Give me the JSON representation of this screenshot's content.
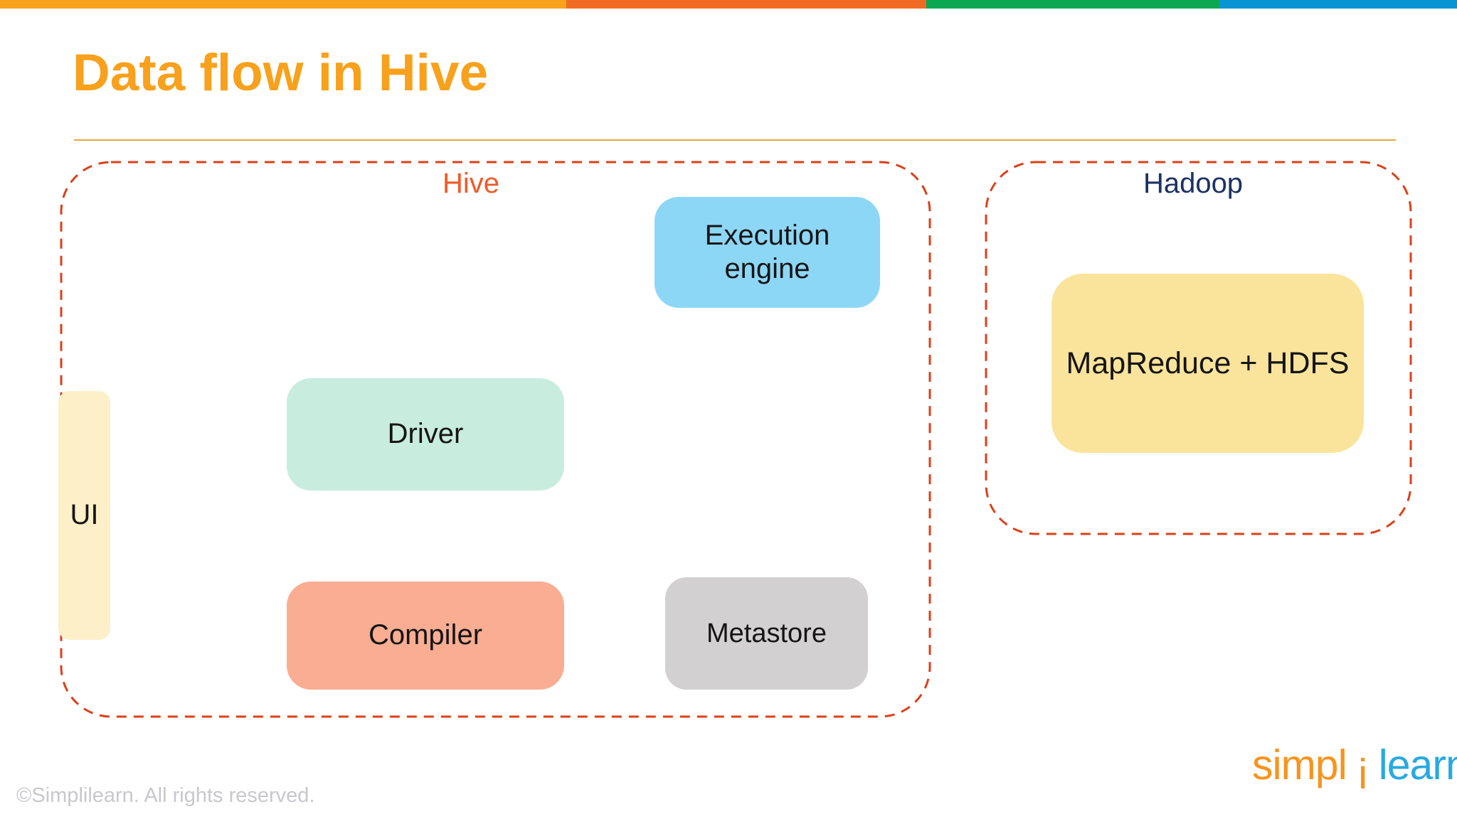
{
  "slide": {
    "title": "Data flow in Hive",
    "title_color": "#F7A11C",
    "footer": "©Simplilearn. All rights reserved.",
    "top_bar_colors": [
      "#F9A21B",
      "#F16A23",
      "#0BA851",
      "#0994D3"
    ],
    "logo": {
      "part1": "simpl",
      "part2": "i",
      "part3": "learn",
      "orange": "#F7941E",
      "blue": "#29A9E0"
    }
  },
  "diagram": {
    "border_color": "#DC4018",
    "hive": {
      "label": "Hive",
      "label_color": "#F05A28",
      "nodes": {
        "execution_engine": {
          "label": "Execution engine",
          "fill": "#8DD7F6"
        },
        "ui": {
          "label": "UI",
          "fill": "#FDEFC8"
        },
        "driver": {
          "label": "Driver",
          "fill": "#C8EDDE"
        },
        "compiler": {
          "label": "Compiler",
          "fill": "#F9AD92"
        },
        "metastore": {
          "label": "Metastore",
          "fill": "#D2D0D0"
        }
      }
    },
    "hadoop": {
      "label": "Hadoop",
      "label_color": "#1B3264",
      "nodes": {
        "mapreduce": {
          "label": "MapReduce + HDFS",
          "fill": "#FAE49C"
        }
      }
    }
  }
}
